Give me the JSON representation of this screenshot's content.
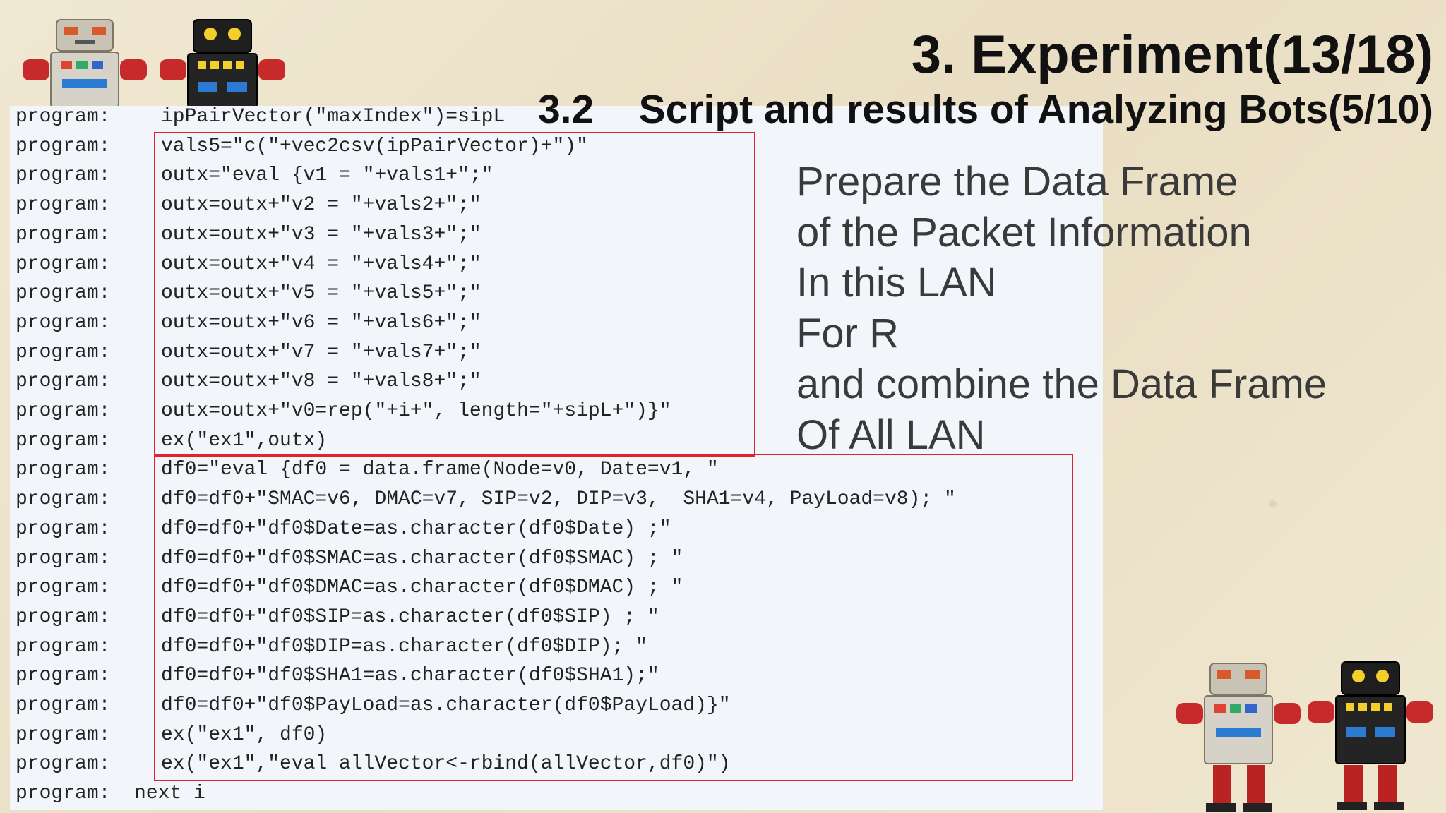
{
  "slide": {
    "title": "3. Experiment(13/18)",
    "subtitle_num": "3.2",
    "subtitle_text": "Script and results of Analyzing Bots(5/10)"
  },
  "description": [
    "Prepare the Data Frame",
    "of the Packet Information",
    "In this LAN",
    "For R",
    "and combine the Data Frame",
    "Of All LAN"
  ],
  "code_prefix": "program:",
  "code_lines": [
    "ipPairVector(\"maxIndex\")=sipL",
    "vals5=\"c(\"+vec2csv(ipPairVector)+\")\"",
    "outx=\"eval {v1 = \"+vals1+\";\"",
    "outx=outx+\"v2 = \"+vals2+\";\"",
    "outx=outx+\"v3 = \"+vals3+\";\"",
    "outx=outx+\"v4 = \"+vals4+\";\"",
    "outx=outx+\"v5 = \"+vals5+\";\"",
    "outx=outx+\"v6 = \"+vals6+\";\"",
    "outx=outx+\"v7 = \"+vals7+\";\"",
    "outx=outx+\"v8 = \"+vals8+\";\"",
    "outx=outx+\"v0=rep(\"+i+\", length=\"+sipL+\")}\"",
    "ex(\"ex1\",outx)",
    "df0=\"eval {df0 = data.frame(Node=v0, Date=v1, \"",
    "df0=df0+\"SMAC=v6, DMAC=v7, SIP=v2, DIP=v3,  SHA1=v4, PayLoad=v8); \"",
    "df0=df0+\"df0$Date=as.character(df0$Date) ;\"",
    "df0=df0+\"df0$SMAC=as.character(df0$SMAC) ; \"",
    "df0=df0+\"df0$DMAC=as.character(df0$DMAC) ; \"",
    "df0=df0+\"df0$SIP=as.character(df0$SIP) ; \"",
    "df0=df0+\"df0$DIP=as.character(df0$DIP); \"",
    "df0=df0+\"df0$SHA1=as.character(df0$SHA1);\"",
    "df0=df0+\"df0$PayLoad=as.character(df0$PayLoad)}\"",
    "ex(\"ex1\", df0)",
    "ex(\"ex1\",\"eval allVector<-rbind(allVector,df0)\")",
    "next i"
  ],
  "colors": {
    "highlight_box": "#e0232c",
    "panel": "#f2f5fa",
    "background": "#efe6cf"
  }
}
